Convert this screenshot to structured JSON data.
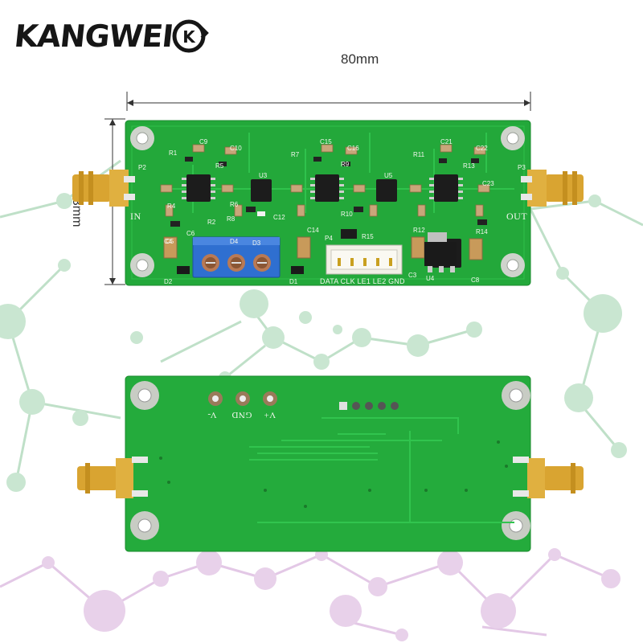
{
  "brand": {
    "text": "KANGWEI",
    "badge": "K"
  },
  "dimensions": {
    "width": "80mm",
    "height": "33mm"
  },
  "top_board": {
    "input_label": "IN",
    "output_label": "OUT",
    "connector_label": "DATA CLK LE1 LE2 GND",
    "header_label": "P4",
    "ref_labels": [
      "R1",
      "R5",
      "R6",
      "C9",
      "C10",
      "U3",
      "C15",
      "C16",
      "R7",
      "R9",
      "U5",
      "R11",
      "R13",
      "C21",
      "C22",
      "C23",
      "R14",
      "R2",
      "R4",
      "R8",
      "C5",
      "C6",
      "C12",
      "C14",
      "R10",
      "R12",
      "R15",
      "D1",
      "D2",
      "D3",
      "D4",
      "U4",
      "C3",
      "C8",
      "P2",
      "P3",
      "C4"
    ]
  },
  "bottom_board": {
    "power_labels": [
      "V-",
      "GND",
      "V+"
    ]
  }
}
